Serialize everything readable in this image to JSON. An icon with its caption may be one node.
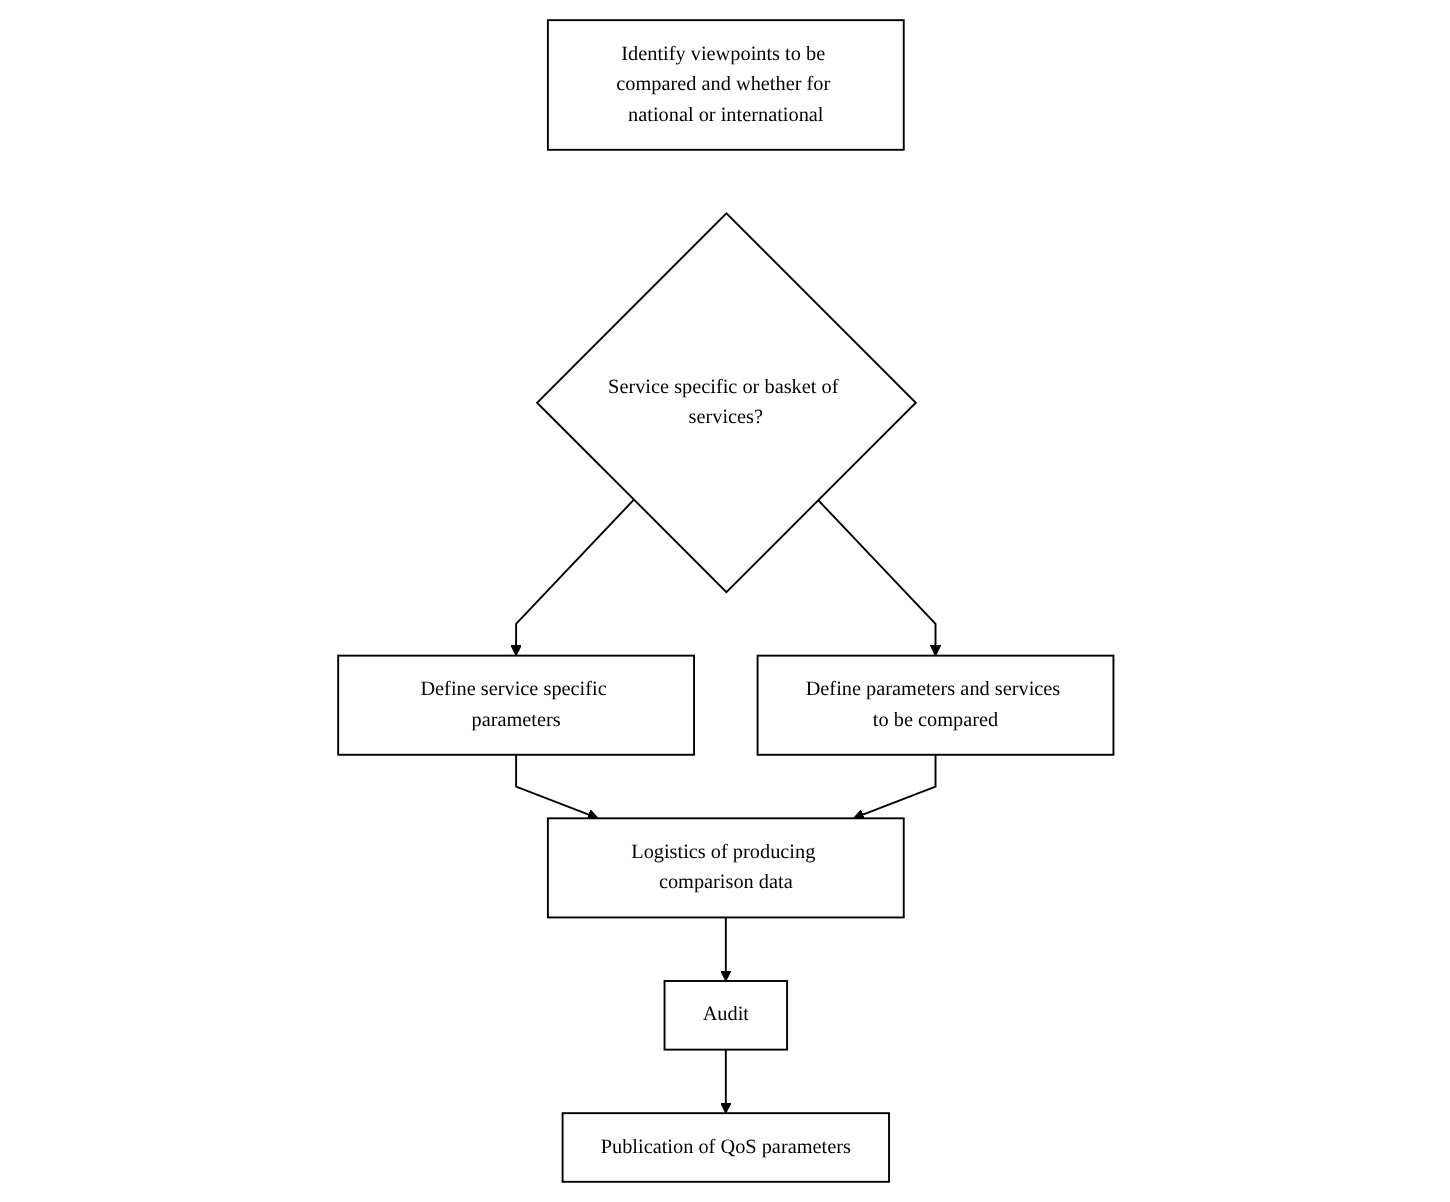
{
  "diagram": {
    "nodes": [
      {
        "text": [
          "Identify viewpoints to be compared and whether for national or international"
        ]
      },
      {
        "text": [
          "Service specific or basket of services?"
        ]
      },
      {
        "text": [
          "Define service specific parameters"
        ]
      },
      {
        "text": [
          "Define parameters and services to be compared"
        ]
      },
      {
        "text": [
          "Logistics of producing comparison data"
        ]
      },
      {
        "text": [
          "Audit"
        ]
      },
      {
        "text": [
          "Publication of QoS parameters"
        ]
      }
    ],
    "edges": [
      {
        "from": 1,
        "to": 2,
        "arrow": "to"
      },
      {
        "from": 1,
        "to": 3,
        "arrow": "to"
      },
      {
        "from": 2,
        "to": 4,
        "arrow": "to"
      },
      {
        "from": 3,
        "to": 4,
        "arrow": "to"
      },
      {
        "from": 4,
        "to": 5,
        "arrow": "to"
      },
      {
        "from": 5,
        "to": 6,
        "arrow": "to"
      }
    ]
  }
}
